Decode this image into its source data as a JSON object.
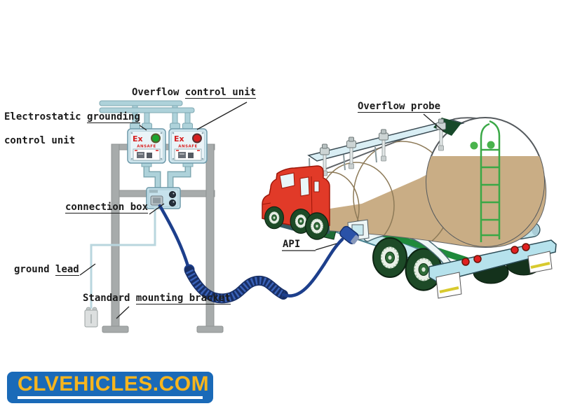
{
  "diagram": {
    "labels": {
      "overflow_control_unit": {
        "plain": "Overflow ",
        "underlined": "control unit"
      },
      "electrostatic_grounding_control_unit": {
        "line1_plain": "Electrostatic ",
        "line1_underlined": "grounding",
        "line2": "control unit"
      },
      "connection_box": {
        "underlined": "connection box"
      },
      "ground_lead": {
        "plain": "ground ",
        "underlined": "lead"
      },
      "standard_mounting_bracket": {
        "plain": "Standard ",
        "underlined": "mounting bracket"
      },
      "overflow_probe": {
        "underlined": "Overflow probe"
      },
      "api": {
        "text": "API"
      }
    },
    "devices": {
      "grounding_control_unit": {
        "marking": "Ex",
        "brand": "ANSAFE",
        "led_color": "#1ca52e"
      },
      "overflow_control_unit": {
        "marking": "Ex",
        "brand": "ANSAFE",
        "led_color": "#d61f1f"
      }
    },
    "colors": {
      "pipe_blue": "#aed2da",
      "cable_navy": "#1d3f8c",
      "cab_red": "#e13a28",
      "liquid_tan": "#c9ad85",
      "ladder_green": "#3aa846",
      "frame_gray": "#a7abab",
      "chassis_blue": "#c9e9ef"
    }
  },
  "watermark": {
    "text": "CLVEHICLES.COM",
    "background": "#1a6ab8",
    "text_color": "#f6b51e"
  }
}
